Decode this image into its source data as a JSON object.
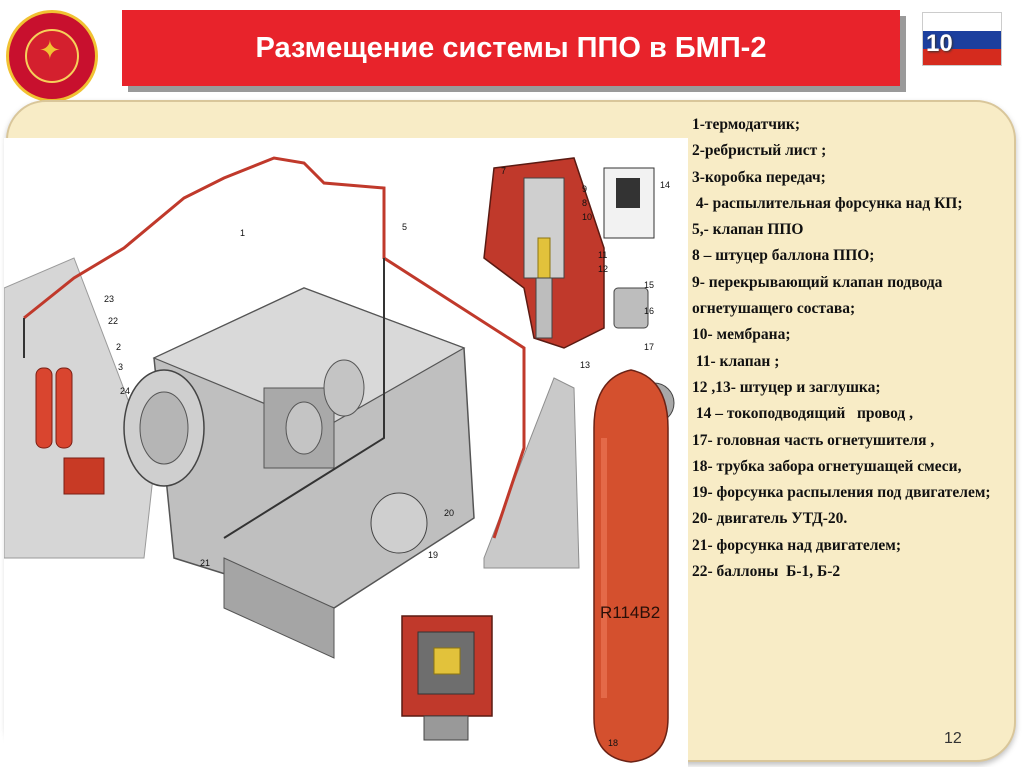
{
  "slide": {
    "title": "Размещение системы ППО в БМП-2",
    "badge_number": "10",
    "page_number": "12"
  },
  "diagram": {
    "cylinder_marking": "R114B2",
    "callouts": [
      "7",
      "9",
      "8",
      "10",
      "11",
      "12",
      "13",
      "14",
      "15",
      "16",
      "17",
      "18",
      "1",
      "2",
      "3",
      "5",
      "19",
      "20",
      "21",
      "22",
      "23",
      "24"
    ]
  },
  "legend": [
    "1-термодатчик;",
    "2-ребристый лист ;",
    "3-коробка передач;",
    " 4- распылительная форсунка над КП;",
    "5,- клапан ППО",
    "8 – штуцер баллона ППО;",
    "9- перекрывающий клапан подвода огнетушащего состава;",
    "10- мембрана;",
    " 11- клапан ;",
    "12 ,13- штуцер и заглушка;",
    " 14 – токоподводящий   провод ,",
    "17- головная часть огнетушителя ,",
    "18- трубка забора огнетушащей смеси,",
    "19- форсунка распыления под двигателем;",
    "20- двигатель УТД-20.",
    "21- форсунка над двигателем;",
    "22- баллоны  Б-1, Б-2"
  ],
  "colors": {
    "title_red": "#e8232b",
    "panel_beige": "#f8ecc6",
    "cylinder_orange": "#d4502e",
    "engine_gray": "#bfbfbf"
  }
}
